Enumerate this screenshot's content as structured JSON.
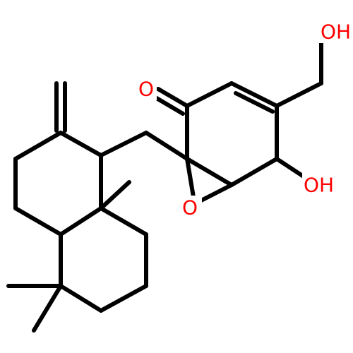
{
  "molecule": {
    "atom_labels": {
      "ketone_o": "O",
      "epoxide_o": "O",
      "hydroxymethyl_oh": "OH",
      "ring_oh": "OH"
    },
    "colors": {
      "bond": "#000000",
      "heteroatom": "#ff0000",
      "background": "#ffffff"
    }
  }
}
